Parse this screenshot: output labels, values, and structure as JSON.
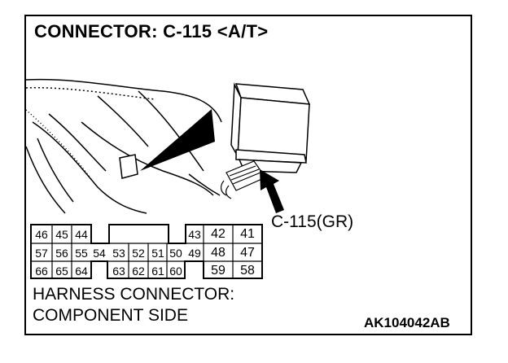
{
  "title": "CONNECTOR: C-115 <A/T>",
  "callout_label": "C-115(GR)",
  "caption_line1": "HARNESS CONNECTOR:",
  "caption_line2": "COMPONENT SIDE",
  "figure_id": "AK104042AB",
  "pins": {
    "row1_left": [
      "46",
      "45",
      "44"
    ],
    "row1_right": [
      "43",
      "42",
      "41"
    ],
    "row2": [
      "57",
      "56",
      "55",
      "54",
      "53",
      "52",
      "51",
      "50",
      "49",
      "48",
      "47"
    ],
    "row3_left": [
      "66",
      "65",
      "64"
    ],
    "row3_mid": [
      "63",
      "62",
      "61",
      "60"
    ],
    "row3_right": [
      "59",
      "58"
    ]
  }
}
